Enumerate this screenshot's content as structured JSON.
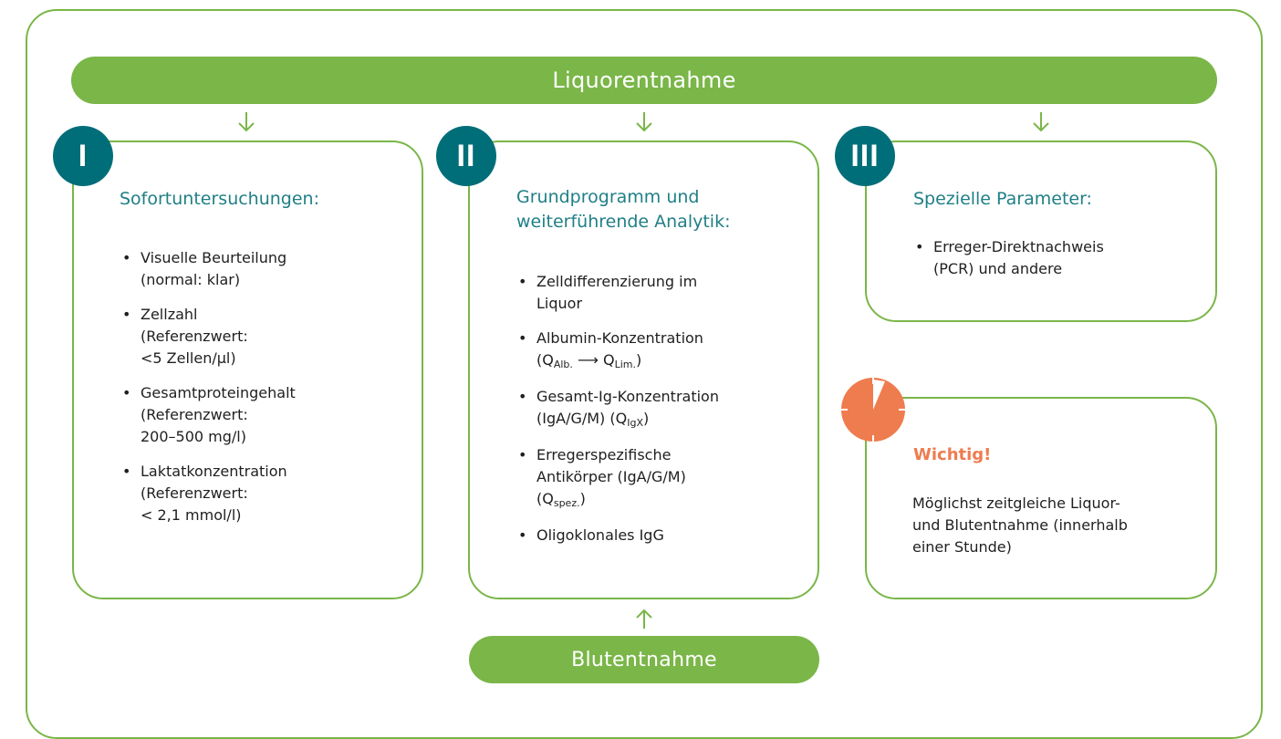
{
  "top": {
    "label": "Liquorentnahme"
  },
  "bottom": {
    "label": "Blutentnahme"
  },
  "colors": {
    "green": "#7ab648",
    "teal": "#006e78",
    "orange": "#ee7c4f"
  },
  "columns": [
    {
      "badge": "I",
      "heading": "Sofortuntersuchungen:",
      "items": [
        [
          "Visuelle Beurteilung",
          "(normal: klar)"
        ],
        [
          "Zellzahl",
          "(Referenzwert:",
          "<5 Zellen/µl)"
        ],
        [
          "Gesamtproteingehalt",
          "(Referenzwert:",
          "200–500 mg/l)"
        ],
        [
          "Laktatkonzentration",
          "(Referenzwert:",
          "< 2,1 mmol/l)"
        ]
      ]
    },
    {
      "badge": "II",
      "heading_lines": [
        "Grundprogramm und",
        "weiterführende Analytik:"
      ],
      "items": {
        "i1": [
          "Zelldifferenzierung im",
          "Liquor"
        ],
        "i2": {
          "line1": "Albumin-Konzentration",
          "q_open": "(Q",
          "alb": "Alb.",
          "arrow": "⟶",
          "q2": "Q",
          "lim": "Lim.",
          "close": ")"
        },
        "i3": {
          "line1": "Gesamt-Ig-Konzentration",
          "igagm": "(IgA/G/M)",
          "q_open": "(Q",
          "igx": "IgX",
          "close": ")"
        },
        "i4": {
          "line1": "Erregerspezifische",
          "line2": "Antikörper (IgA/G/M)",
          "q_open": "(Q",
          "spez": "spez.",
          "close": ")"
        },
        "i5": "Oligoklonales IgG"
      }
    },
    {
      "badge": "III",
      "heading": "Spezielle Parameter:",
      "items": [
        [
          "Erreger-Direktnachweis",
          "(PCR) und andere"
        ]
      ]
    }
  ],
  "important": {
    "heading": "Wichtig!",
    "lines": [
      "Möglichst zeitgleiche Liquor-",
      "und Blutentnahme (innerhalb",
      "einer Stunde)"
    ],
    "icon": "clock-icon"
  }
}
